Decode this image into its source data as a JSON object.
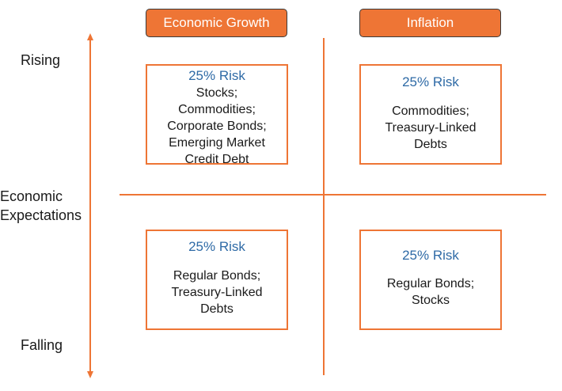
{
  "headers": {
    "growth": "Economic Growth",
    "inflation": "Inflation"
  },
  "axis": {
    "rising": "Rising",
    "falling": "Falling",
    "expectations_line1": "Economic",
    "expectations_line2": "Expectations"
  },
  "quadrants": {
    "top_left": {
      "risk": "25% Risk",
      "assets": [
        "Stocks;",
        "Commodities;",
        "Corporate Bonds;",
        "Emerging Market",
        "Credit Debt"
      ]
    },
    "top_right": {
      "risk": "25% Risk",
      "assets": [
        "Commodities;",
        "Treasury-Linked",
        "Debts"
      ]
    },
    "bottom_left": {
      "risk": "25% Risk",
      "assets": [
        "Regular Bonds;",
        "Treasury-Linked",
        "Debts"
      ]
    },
    "bottom_right": {
      "risk": "25% Risk",
      "assets": [
        "Regular Bonds;",
        "Stocks"
      ]
    }
  },
  "colors": {
    "accent": "#ee7535",
    "risk_text": "#2e6aa6"
  }
}
